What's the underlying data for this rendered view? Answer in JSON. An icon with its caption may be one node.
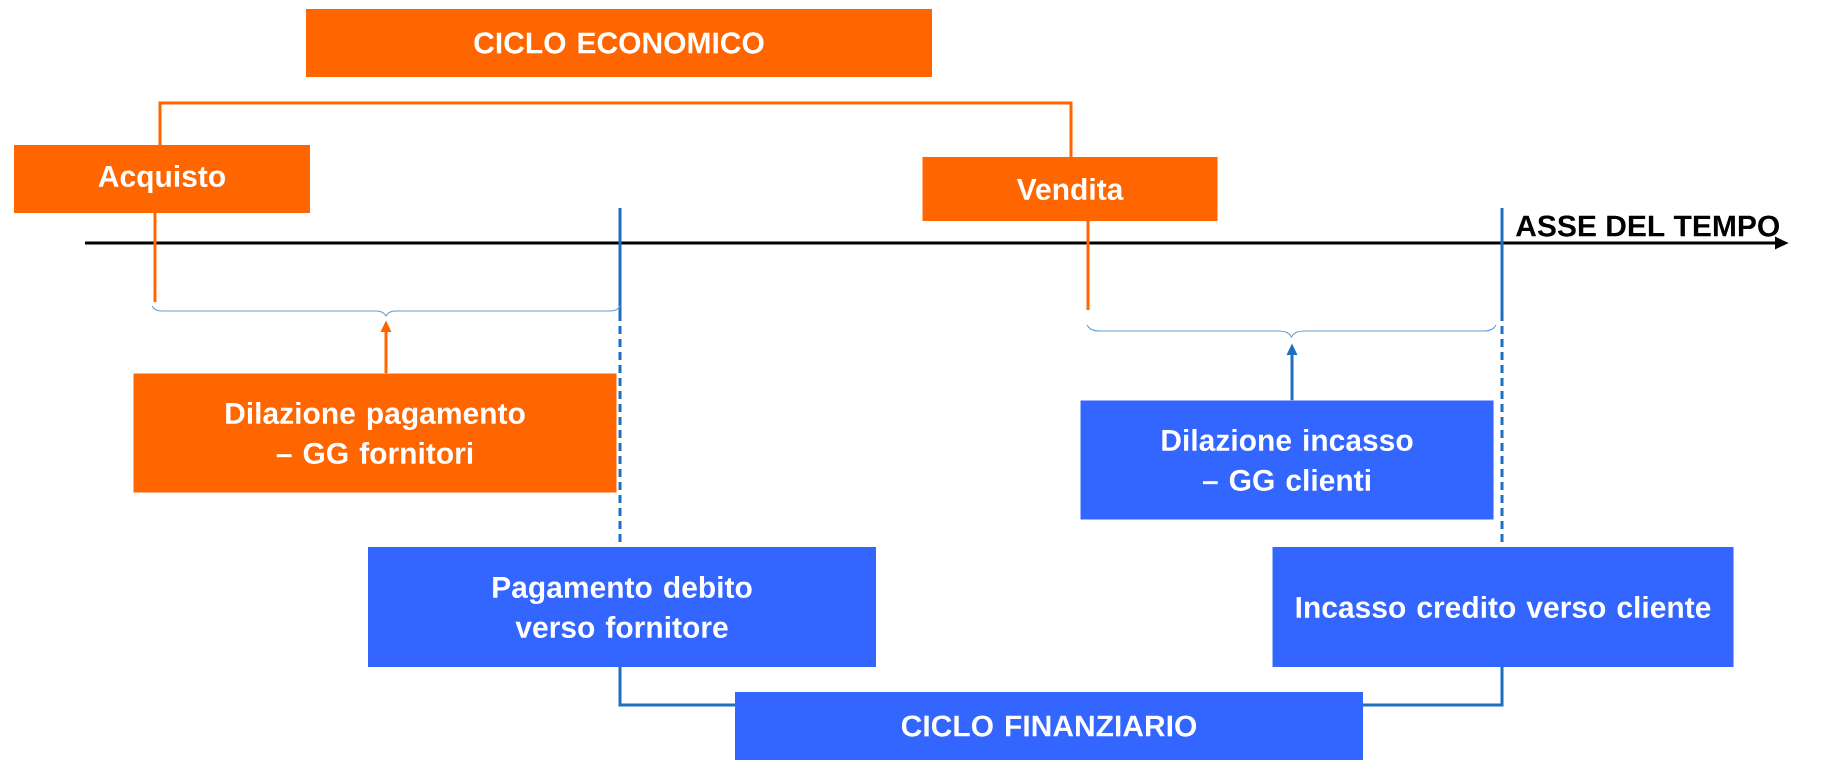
{
  "diagram": {
    "nodes": [
      {
        "text": [
          "CICLO ECONOMICO"
        ]
      },
      {
        "text": [
          "Acquisto"
        ]
      },
      {
        "text": [
          "Vendita"
        ]
      },
      {
        "text": [
          "Dilazione pagamento – GG fornitori"
        ]
      },
      {
        "text": [
          "Dilazione incasso – GG clienti"
        ]
      },
      {
        "text": [
          "Pagamento debito verso fornitore"
        ]
      },
      {
        "text": [
          "Incasso credito verso cliente"
        ]
      },
      {
        "text": [
          "CICLO FINANZIARIO"
        ]
      }
    ],
    "edges": [
      {
        "from": 3,
        "to": null,
        "arrow": "to",
        "color": "#ff6600"
      },
      {
        "from": 4,
        "to": null,
        "arrow": "to",
        "color": "#1f6fc0"
      }
    ],
    "labels": [
      "ASSE DEL TEMPO"
    ]
  }
}
